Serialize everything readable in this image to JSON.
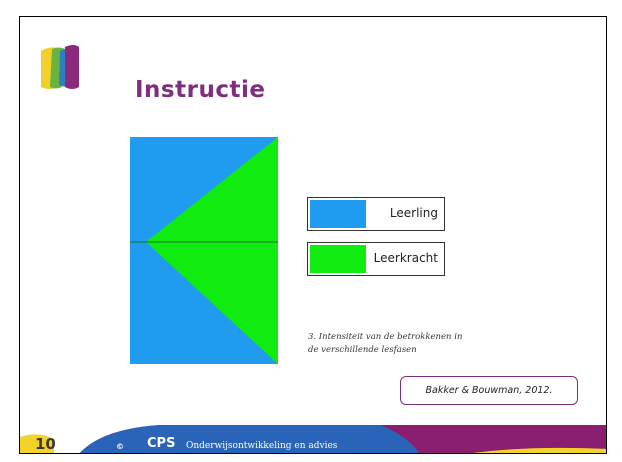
{
  "slide": {
    "title": "Instructie",
    "page_number": "10"
  },
  "legend": {
    "items": [
      {
        "label": "Leerling",
        "color": "#1f9cf0"
      },
      {
        "label": "Leerkracht",
        "color": "#10ec10"
      }
    ]
  },
  "diagram": {
    "caption_line1": "3. Intensiteit van de betrokkenen in",
    "caption_line2": "de verschillende lesfasen"
  },
  "citation": "Bakker & Bouwman, 2012.",
  "footer": {
    "copyright_symbol": "©",
    "brand": "CPS",
    "tagline": "Onderwijsontwikkeling en advies"
  },
  "colors": {
    "title": "#7d2f7e",
    "footer_purple": "#8a1f72",
    "footer_blue": "#2a64b8",
    "footer_yellow": "#f3d32a"
  }
}
